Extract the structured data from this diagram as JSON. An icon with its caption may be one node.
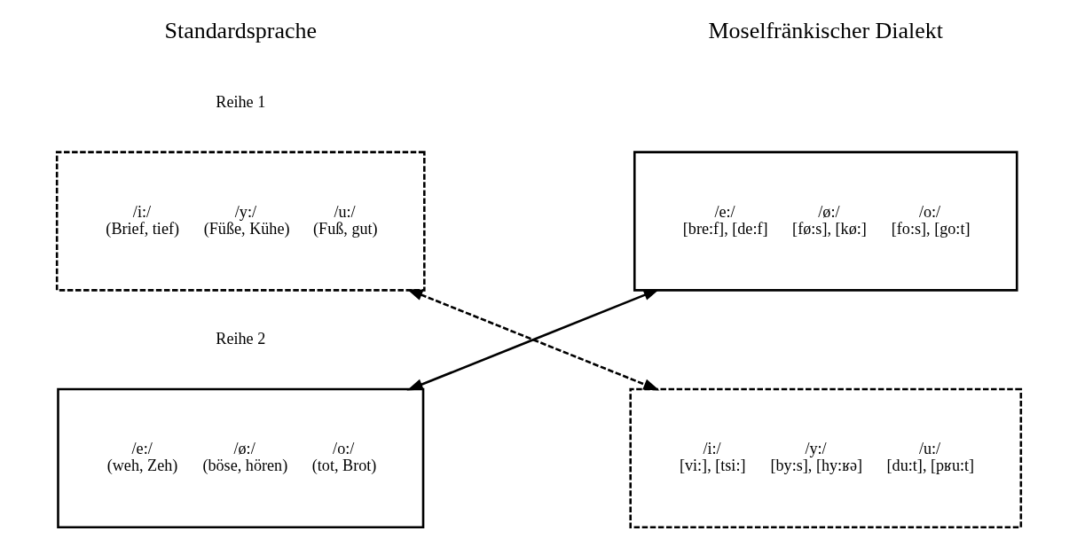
{
  "diagram": {
    "nodes": [
      {
        "text": [
          "/i:/",
          "(Brief, tief)",
          "/y:/",
          "(Füße, Kühe)",
          "/u:/",
          "(Fuß, gut)"
        ]
      },
      {
        "text": [
          "/e:/",
          "[bre:f], [de:f]",
          "/ø:/",
          "[fø:s], [kø:]",
          "/o:/",
          "[fo:s], [go:t]"
        ]
      },
      {
        "text": [
          "/e:/",
          "(weh, Zeh)",
          "/ø:/",
          "(böse, hören)",
          "/o:/",
          "(tot, Brot)"
        ]
      },
      {
        "text": [
          "/i:/",
          "[vi:], [tsi:]",
          "/y:/",
          "[by:s], [hy:ʁə]",
          "/u:/",
          "[du:t], [pʁu:t]"
        ]
      }
    ],
    "edges": [
      {
        "from": 0,
        "to": 3,
        "arrow": "both",
        "style": "dashed"
      },
      {
        "from": 2,
        "to": 1,
        "arrow": "both"
      }
    ],
    "labels": [
      "Standardsprache",
      "Moselfränkischer Dialekt",
      "Reihe 1",
      "Reihe 2"
    ]
  }
}
